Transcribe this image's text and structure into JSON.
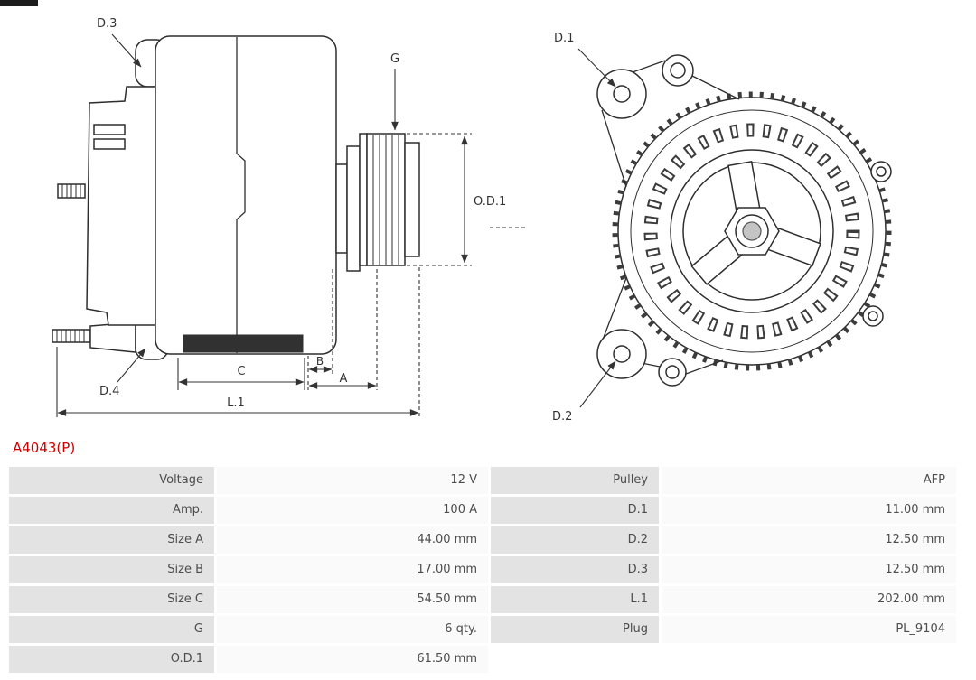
{
  "part_number": "A4043(P)",
  "colors": {
    "accent": "#cc0000",
    "table_label_bg": "#e3e3e3",
    "table_value_bg": "#fafafa",
    "line": "#2e2e2e"
  },
  "diagram": {
    "labels": {
      "d1": "D.1",
      "d2": "D.2",
      "d3": "D.3",
      "d4": "D.4",
      "g": "G",
      "od1": "O.D.1",
      "a": "A",
      "b": "B",
      "c": "C",
      "l1": "L.1"
    }
  },
  "spec_table": {
    "rows": [
      {
        "label_left": "Voltage",
        "value_left": "12 V",
        "label_right": "Pulley",
        "value_right": "AFP"
      },
      {
        "label_left": "Amp.",
        "value_left": "100 A",
        "label_right": "D.1",
        "value_right": "11.00 mm"
      },
      {
        "label_left": "Size A",
        "value_left": "44.00 mm",
        "label_right": "D.2",
        "value_right": "12.50 mm"
      },
      {
        "label_left": "Size B",
        "value_left": "17.00 mm",
        "label_right": "D.3",
        "value_right": "12.50 mm"
      },
      {
        "label_left": "Size C",
        "value_left": "54.50 mm",
        "label_right": "L.1",
        "value_right": "202.00 mm"
      },
      {
        "label_left": "G",
        "value_left": "6 qty.",
        "label_right": "Plug",
        "value_right": "PL_9104"
      },
      {
        "label_left": "O.D.1",
        "value_left": "61.50 mm",
        "label_right": "",
        "value_right": ""
      }
    ]
  }
}
